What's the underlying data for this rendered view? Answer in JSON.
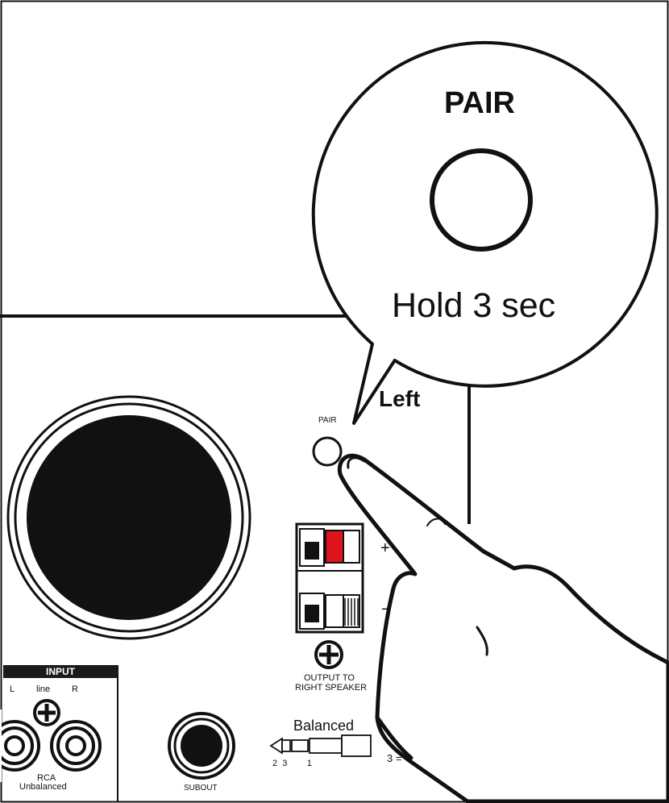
{
  "callout": {
    "title": "PAIR",
    "instruction": "Hold 3 sec"
  },
  "panel": {
    "side_label": "Left",
    "pair_button_label": "PAIR",
    "speaker_output_label_line1": "OUTPUT TO",
    "speaker_output_label_line2": "RIGHT SPEAKER",
    "plus_sign": "+",
    "minus_sign": "−"
  },
  "input_section": {
    "title": "INPUT",
    "left_label": "L",
    "line_label": "line",
    "right_label": "R",
    "rca_label": "RCA",
    "unbalanced_label": "Unbalanced"
  },
  "subout": {
    "label": "SUBOUT"
  },
  "balanced": {
    "label": "Balanced",
    "pin_labels": "2  3        1",
    "pin_right": "3 ="
  },
  "colors": {
    "line": "#111111",
    "terminal_positive": "#e0141e",
    "woofer_fill": "#111111"
  }
}
